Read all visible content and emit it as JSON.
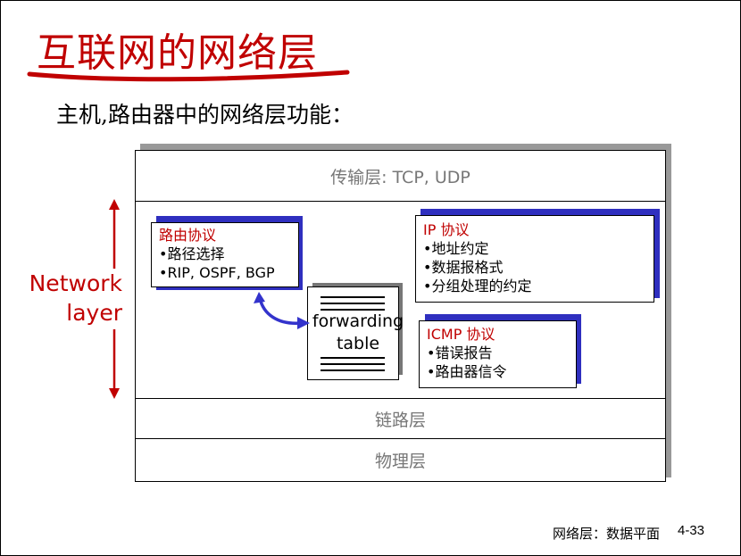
{
  "slide": {
    "title": "互联网的网络层",
    "subtitle": "主机,路由器中的网络层功能：",
    "network_label_line1": "Network",
    "network_label_line2": "layer",
    "footer_text": "网络层：数据平面",
    "page_number": "4-33"
  },
  "layers": {
    "transport": "传输层: TCP, UDP",
    "link": "链路层",
    "physical": "物理层"
  },
  "routing_box": {
    "heading": "路由协议",
    "items": [
      "•路径选择",
      "•RIP, OSPF, BGP"
    ]
  },
  "ip_box": {
    "heading": "IP 协议",
    "items": [
      "•地址约定",
      "•数据报格式",
      "•分组处理的约定"
    ]
  },
  "icmp_box": {
    "heading": "ICMP 协议",
    "items": [
      "•错误报告",
      "•路由器信令"
    ]
  },
  "forwarding_table": {
    "line1": "forwarding",
    "line2": "table"
  },
  "colors": {
    "accent_red": "#c00000",
    "box_shadow_blue": "#2f2fbf",
    "arrow_blue": "#3333cc"
  }
}
